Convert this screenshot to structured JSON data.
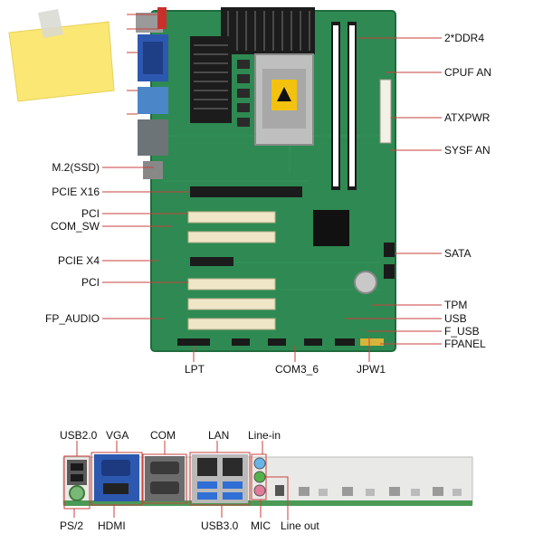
{
  "board": {
    "left_labels": {
      "m2_ssd": "M.2(SSD)",
      "pcie_x16": "PCIE X16",
      "pci_1": "PCI",
      "com_sw": "COM_SW",
      "pcie_x4": "PCIE X4",
      "pci_2": "PCI",
      "fp_audio": "FP_AUDIO"
    },
    "right_labels": {
      "ddr4": "2*DDR4",
      "cpu_fan": "CPUF AN",
      "atxpwr": "ATXPWR",
      "sys_fan": "SYSF AN",
      "sata": "SATA",
      "tpm": "TPM",
      "usb": "USB",
      "f_usb": "F_USB",
      "fpanel": "FPANEL"
    },
    "bottom_labels": {
      "lpt": "LPT",
      "com3_6": "COM3_6",
      "jpw1": "JPW1"
    }
  },
  "io_panel": {
    "top_labels": {
      "usb20": "USB2.0",
      "vga": "VGA",
      "com": "COM",
      "lan": "LAN",
      "line_in": "Line-in"
    },
    "bottom_labels": {
      "ps2": "PS/2",
      "hdmi": "HDMI",
      "usb30": "USB3.0",
      "mic": "MIC",
      "line_out": "Line out"
    }
  },
  "colors": {
    "pcb": "#2e8a52",
    "pcb_dark": "#1f6b3d",
    "sticky_note": "#fbe774",
    "leader_line": "#c7423e",
    "heatsink": "#1c1c1c",
    "pci_slot": "#efe6c8",
    "vga_blue": "#2d58b0",
    "usb3_blue": "#2f6fd6",
    "jack_green": "#52b34a",
    "jack_pink": "#e27a9a"
  }
}
